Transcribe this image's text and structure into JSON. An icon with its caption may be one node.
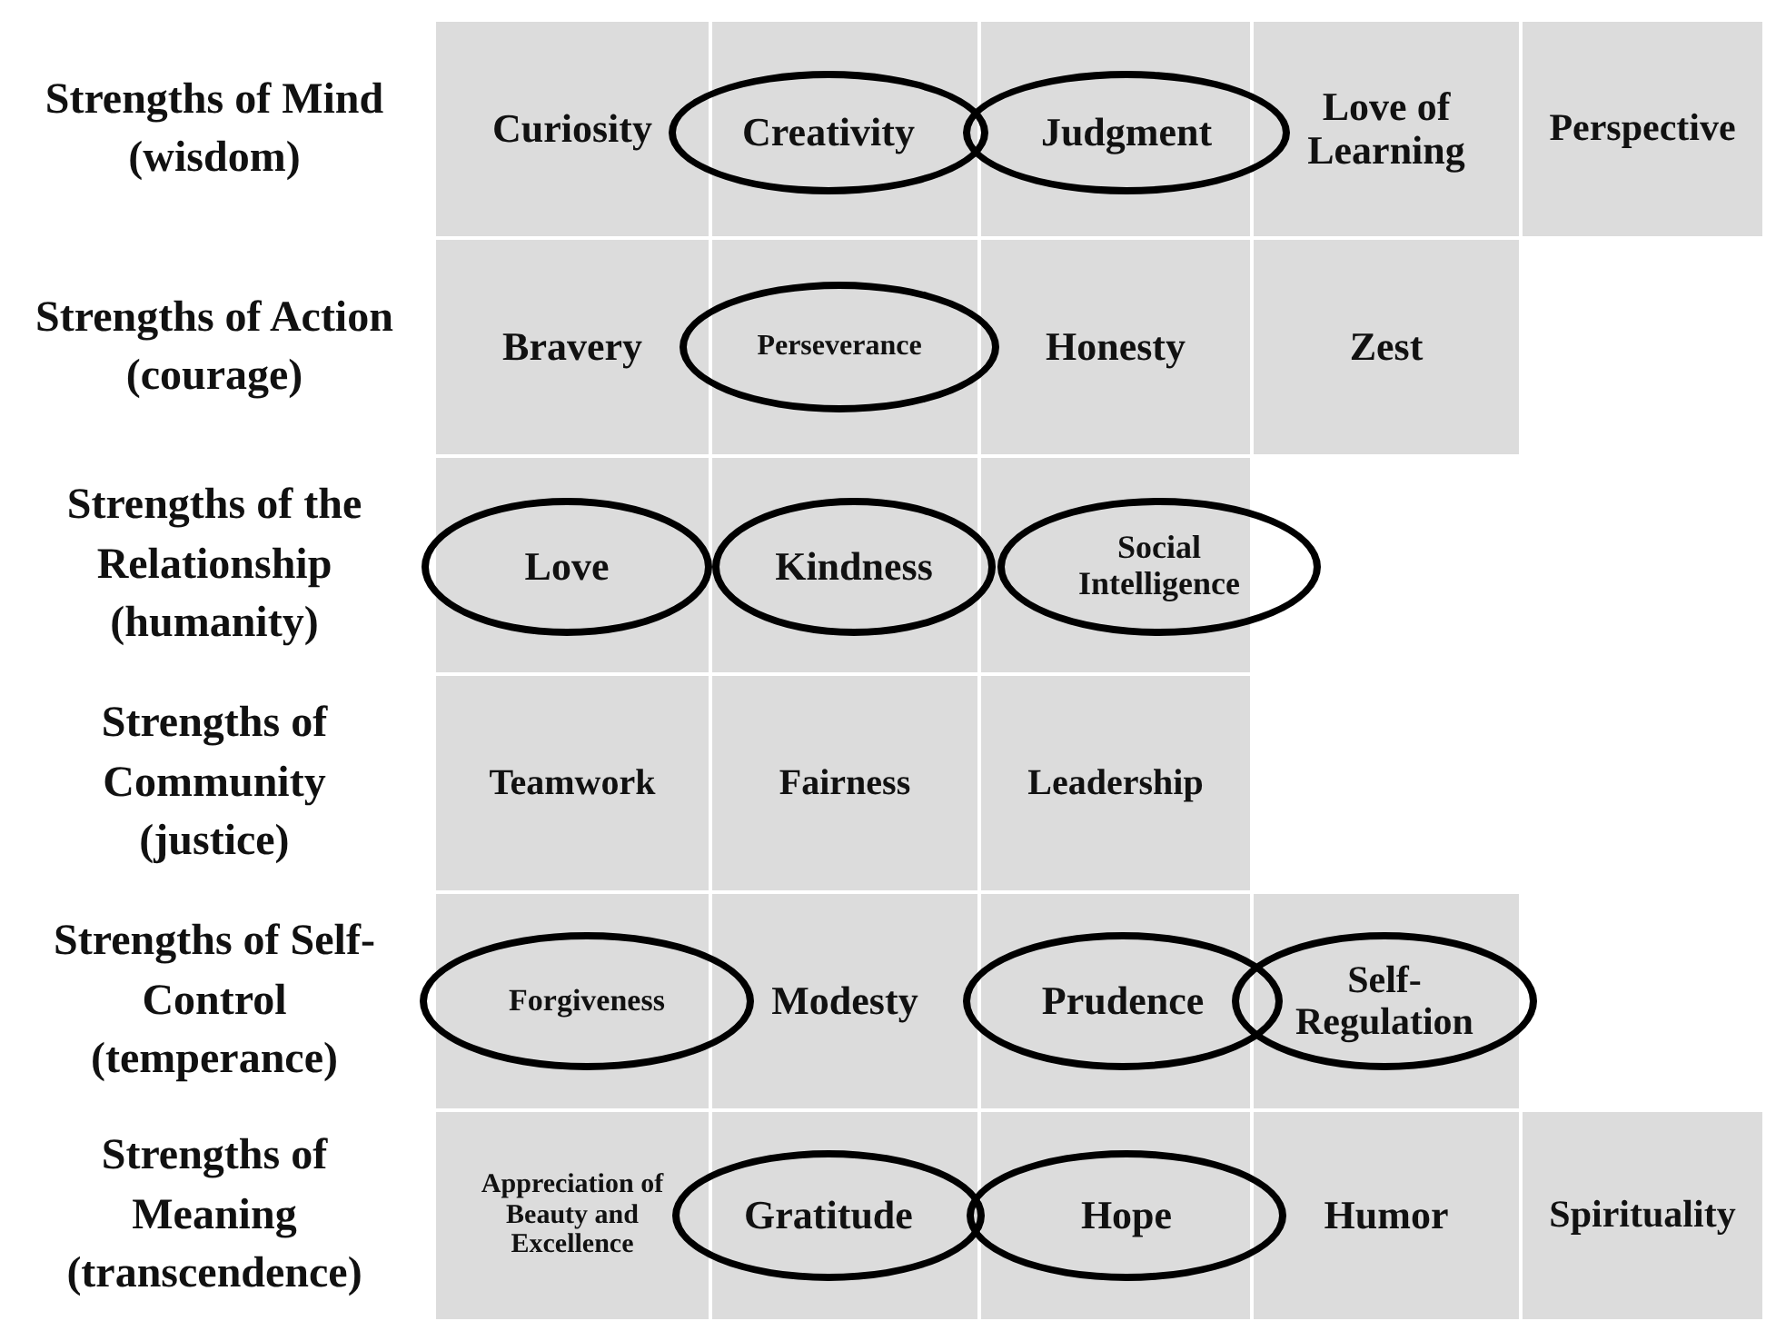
{
  "diagram": {
    "nodes": [
      {
        "text": [
          "Curiosity"
        ]
      },
      {
        "text": [],
        "shape": "box"
      },
      {
        "text": [
          "Creativity"
        ]
      },
      {
        "text": [],
        "shape": "box"
      },
      {
        "text": [
          "Judgment"
        ]
      },
      {
        "text": [
          "Love of Learning"
        ]
      },
      {
        "text": [
          "Perspective"
        ]
      },
      {
        "text": [
          "Bravery"
        ]
      },
      {
        "text": [],
        "shape": "box"
      },
      {
        "text": [
          "Perseverance"
        ]
      },
      {
        "text": [
          "Honesty"
        ]
      },
      {
        "text": [
          "Zest"
        ]
      },
      {
        "text": [],
        "shape": "box"
      },
      {
        "text": [
          "Love"
        ]
      },
      {
        "text": [],
        "shape": "box"
      },
      {
        "text": [
          "Kindness"
        ]
      },
      {
        "text": [],
        "shape": "box"
      },
      {
        "text": [
          "Social Intelligence"
        ]
      },
      {
        "text": [
          "Teamwork"
        ]
      },
      {
        "text": [
          "Fairness"
        ]
      },
      {
        "text": [
          "Leadership"
        ]
      },
      {
        "text": [],
        "shape": "box"
      },
      {
        "text": [
          "Forgiveness"
        ]
      },
      {
        "text": [
          "Modesty"
        ]
      },
      {
        "text": [],
        "shape": "box"
      },
      {
        "text": [
          "Prudence"
        ]
      },
      {
        "text": [],
        "shape": "box"
      },
      {
        "text": [
          "Self-Regulation"
        ]
      },
      {
        "text": [
          "Appreciation of Beauty and Excellence"
        ]
      },
      {
        "text": [],
        "shape": "box"
      },
      {
        "text": [
          "Gratitude"
        ]
      },
      {
        "text": [],
        "shape": "box"
      },
      {
        "text": [
          "Hope"
        ]
      },
      {
        "text": [
          "Humor"
        ]
      },
      {
        "text": [
          "Spirituality"
        ]
      }
    ],
    "edges": [],
    "labels": [
      "Strengths of Mind (wisdom)",
      "Strengths of Action (courage)",
      "Strengths of the Relationship (humanity)",
      "Strengths of Community (justice)",
      "Strengths of Self-Control (temperance)",
      "Strengths of Meaning (transcendence)"
    ]
  }
}
